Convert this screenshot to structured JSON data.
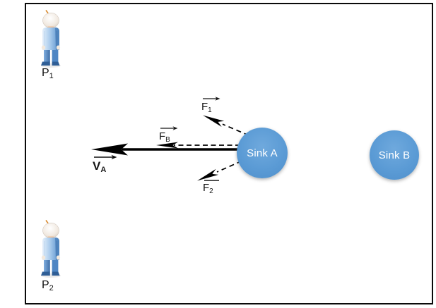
{
  "diagram": {
    "description": "Two sink nodes with force and velocity vectors acting on Sink A, observed by two persons",
    "frame_border_color": "#0a0a0a",
    "background_color": "#ffffff"
  },
  "colors": {
    "sink_fill": "#5b9bd5",
    "sink_text": "#ffffff",
    "arrow": "#000000",
    "person_body": "#7fb2e0",
    "person_antenna": "#d9872a"
  },
  "sinks": [
    {
      "id": "sink-a",
      "label": "Sink A"
    },
    {
      "id": "sink-b",
      "label": "Sink B"
    }
  ],
  "persons": [
    {
      "id": "p1",
      "label_base": "P",
      "label_sub": "1"
    },
    {
      "id": "p2",
      "label_base": "P",
      "label_sub": "2"
    }
  ],
  "vectors": {
    "f1": {
      "base": "F",
      "sub": "1",
      "overline": "arrow",
      "line_style": "dashed",
      "direction": "up-left from Sink A"
    },
    "fb": {
      "base": "F",
      "sub": "B",
      "overline": "arrow",
      "line_style": "dashed",
      "direction": "left from Sink A"
    },
    "f2": {
      "base": "F",
      "sub": "2",
      "overline": "bar",
      "line_style": "dashed",
      "direction": "down-left from Sink A"
    },
    "va": {
      "base": "V",
      "sub": "A",
      "overline": "arrow",
      "line_style": "solid-bold",
      "direction": "left from Sink A"
    }
  }
}
